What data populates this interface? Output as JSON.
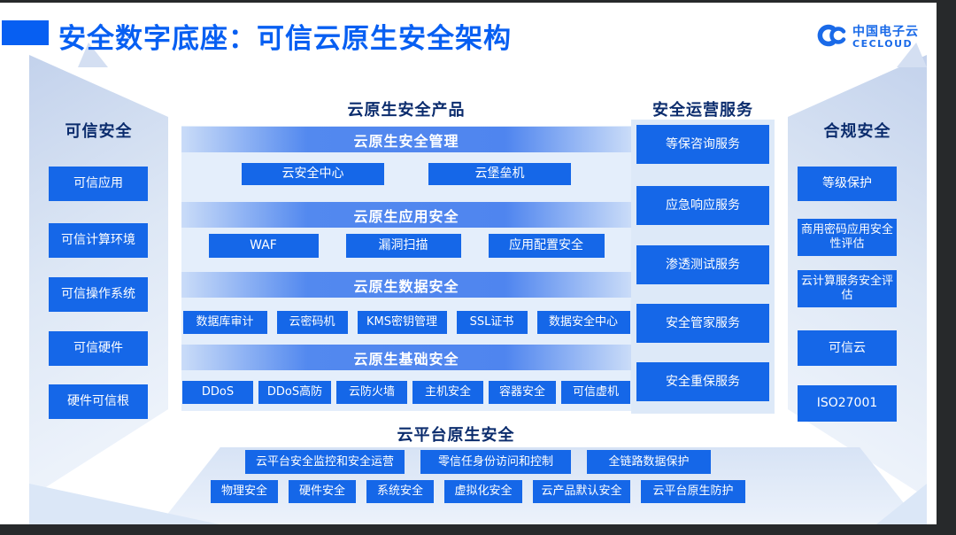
{
  "header": {
    "title": "安全数字底座：可信云原生安全架构",
    "logo": {
      "cn": "中国电子云",
      "en": "CECLOUD"
    }
  },
  "left_column": {
    "title": "可信安全",
    "items": [
      "可信应用",
      "可信计算环境",
      "可信操作系统",
      "可信硬件",
      "硬件可信根"
    ]
  },
  "center": {
    "title": "云原生安全产品",
    "sections": [
      {
        "band": "云原生安全管理",
        "items": [
          "云安全中心",
          "云堡垒机"
        ]
      },
      {
        "band": "云原生应用安全",
        "items": [
          "WAF",
          "漏洞扫描",
          "应用配置安全"
        ]
      },
      {
        "band": "云原生数据安全",
        "items": [
          "数据库审计",
          "云密码机",
          "KMS密钥管理",
          "SSL证书",
          "数据安全中心"
        ]
      },
      {
        "band": "云原生基础安全",
        "items": [
          "DDoS",
          "DDoS高防",
          "云防火墙",
          "主机安全",
          "容器安全",
          "可信虚机"
        ]
      }
    ]
  },
  "services_column": {
    "title": "安全运营服务",
    "items": [
      "等保咨询服务",
      "应急响应服务",
      "渗透测试服务",
      "安全管家服务",
      "安全重保服务"
    ]
  },
  "compliance_column": {
    "title": "合规安全",
    "items": [
      "等级保护",
      "商用密码应用安全性评估",
      "云计算服务安全评估",
      "可信云",
      "ISO27001"
    ]
  },
  "platform": {
    "title": "云平台原生安全",
    "row1": [
      "云平台安全监控和安全运营",
      "零信任身份访问和控制",
      "全链路数据保护"
    ],
    "row2": [
      "物理安全",
      "硬件安全",
      "系统安全",
      "虚拟化安全",
      "云产品默认安全",
      "云平台原生防护"
    ]
  },
  "colors": {
    "accent": "#075ff2",
    "node_blue": "#1567e8",
    "band_blue": "#4f85ef",
    "heading": "#0b2c6d",
    "frame": "#27292b",
    "logo_blue": "#1a6ae8"
  }
}
